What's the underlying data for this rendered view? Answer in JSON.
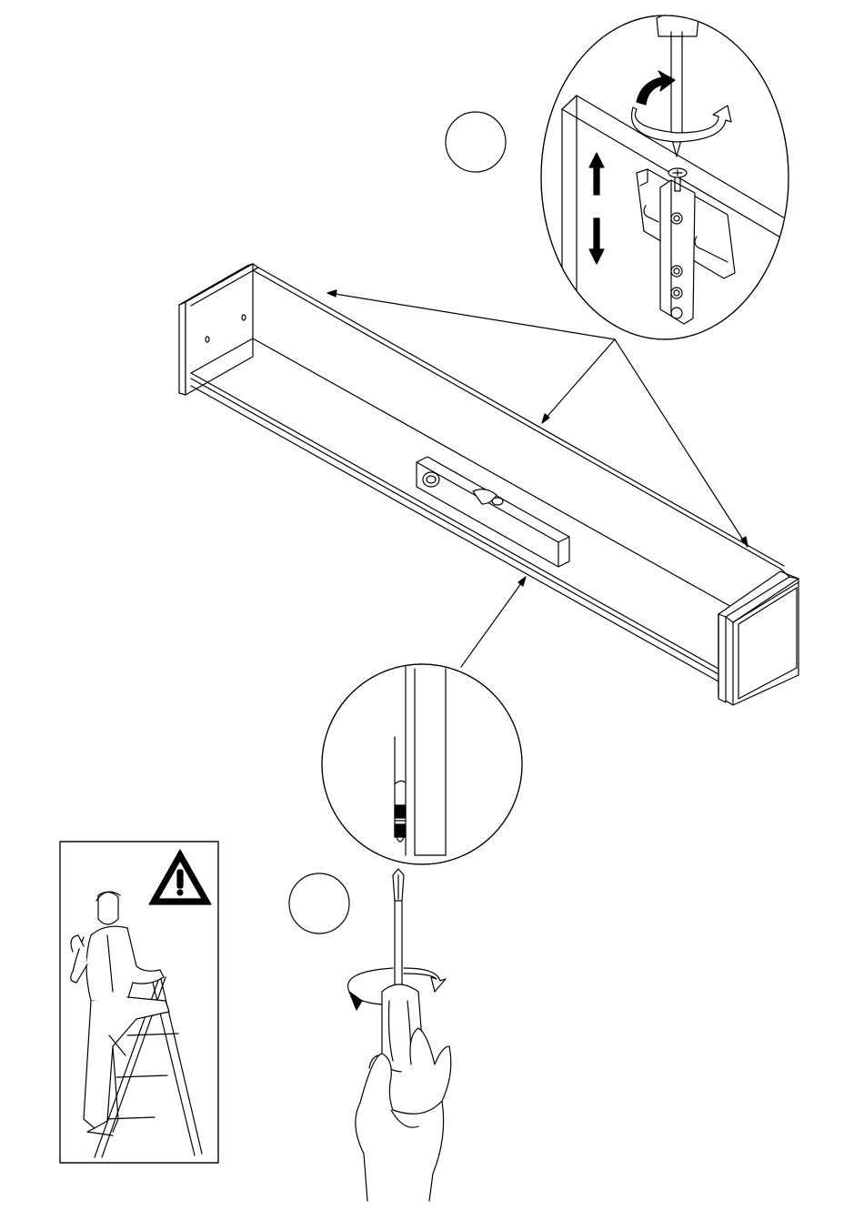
{
  "page": {
    "background": "#ffffff",
    "line_color": "#000000"
  },
  "steps": [
    {
      "id": "step-a",
      "label": ""
    },
    {
      "id": "step-b",
      "label": ""
    }
  ],
  "panels": {
    "top_detail": "bracket-adjustment-detail",
    "bottom_detail": "screw-height-detail",
    "warning": "ladder-safety-warning"
  },
  "icons": [
    "warning-triangle-icon",
    "screwdriver-icon",
    "rotate-arrow-icon",
    "up-down-arrow-icon",
    "spirit-level-icon",
    "hand-icon",
    "ladder-icon"
  ]
}
